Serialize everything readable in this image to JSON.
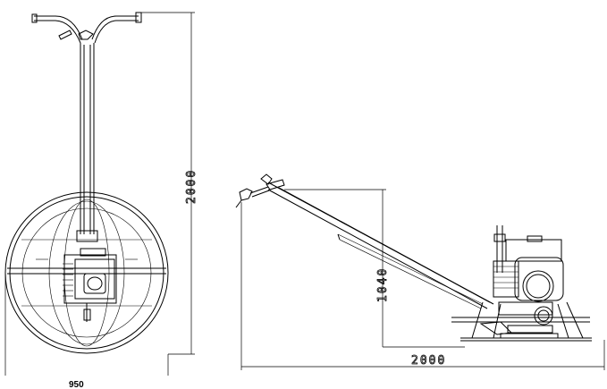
{
  "front_view": {
    "width_label": "950",
    "height_label": "2000"
  },
  "side_view": {
    "height_label": "1040",
    "length_label": "2000"
  }
}
